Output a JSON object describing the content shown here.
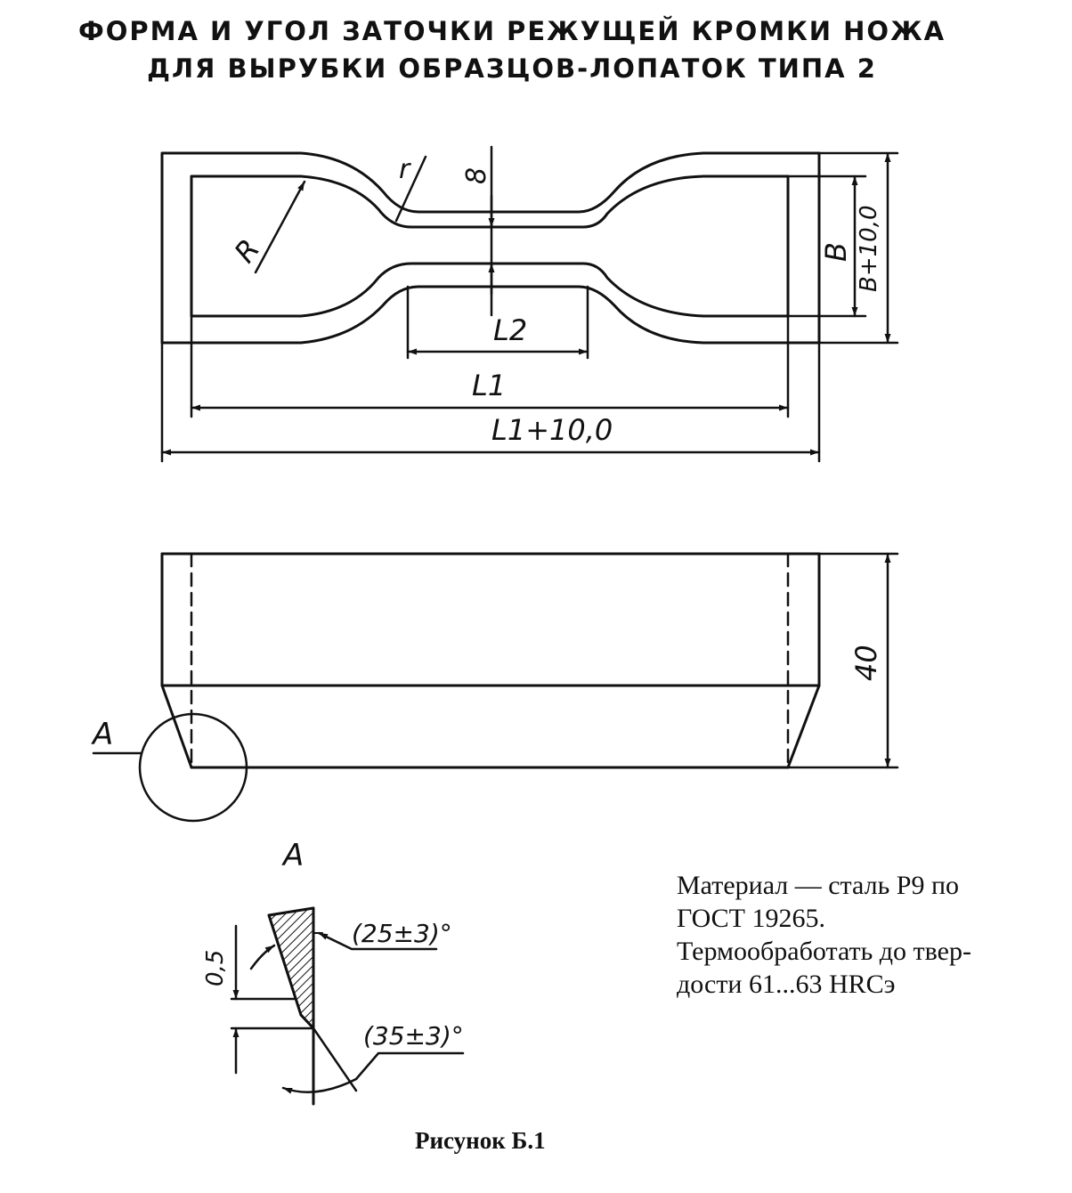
{
  "title_line1": "ФОРМА И УГОЛ ЗАТОЧКИ РЕЖУЩЕЙ КРОМКИ НОЖА",
  "title_line2": "ДЛЯ ВЫРУБКИ ОБРАЗЦОВ-ЛОПАТОК ТИПА 2",
  "labels": {
    "r_small": "r",
    "r_large": "R",
    "width_8": "8",
    "b": "B",
    "b_plus": "B+10,0",
    "l2": "L2",
    "l1": "L1",
    "l1_plus": "L1+10,0",
    "height_40": "40",
    "view_a": "A",
    "detail_a": "A",
    "edge_05": "0,5",
    "angle_25": "(25±3)°",
    "angle_35": "(35±3)°"
  },
  "notes": {
    "line1": "Материал — сталь Р9 по",
    "line2": "ГОСТ 19265.",
    "line3": "Термообработать до твер-",
    "line4": "дости 61...63 HRCэ"
  },
  "caption": "Рисунок Б.1",
  "colors": {
    "ink": "#111111",
    "paper": "#ffffff"
  }
}
